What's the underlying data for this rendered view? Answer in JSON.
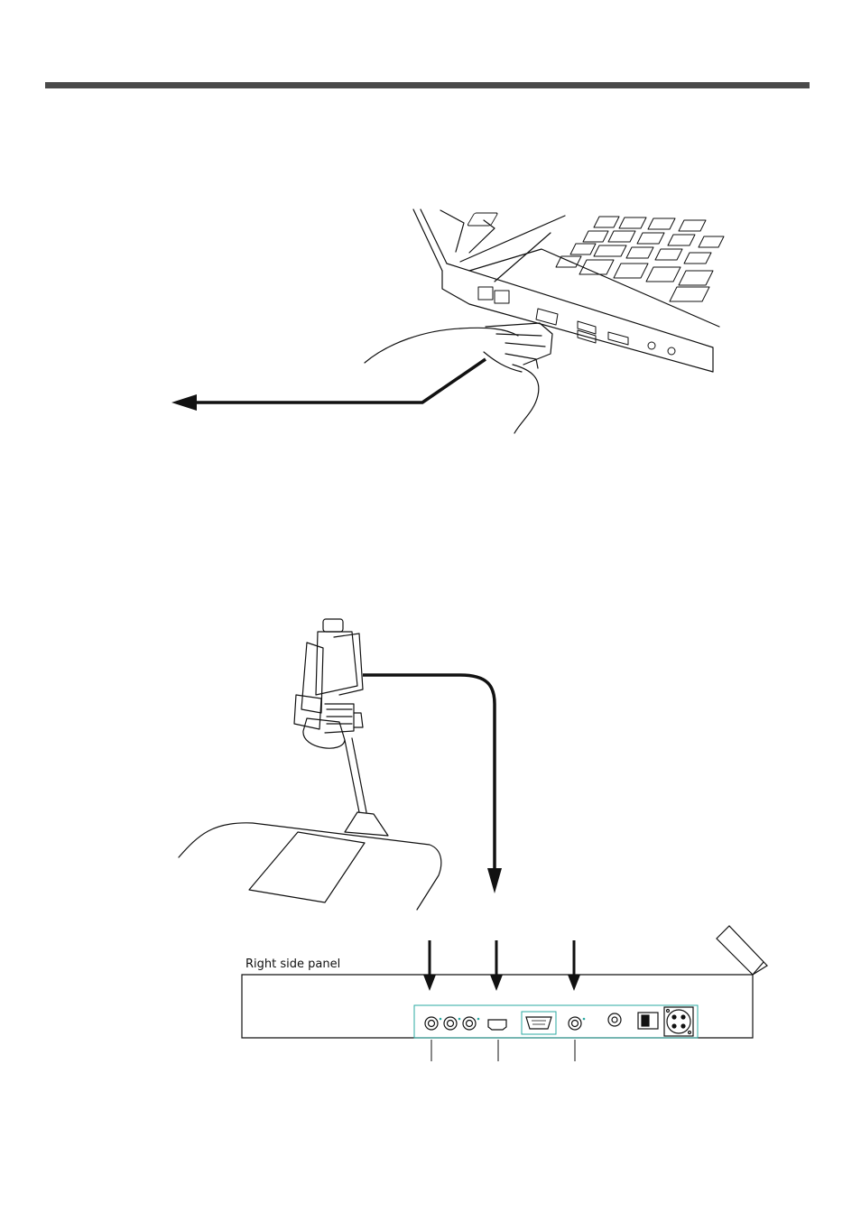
{
  "illustration_top": {
    "name": "laptop-vga-connection",
    "subject": "laptop",
    "connector": "vga-plug"
  },
  "illustration_bottom": {
    "name": "camera-to-monitor-connection",
    "subject": "video-camera-on-stand",
    "panel_label": "Right side panel"
  },
  "colors": {
    "line": "#111111",
    "rule": "#4a4a4a",
    "accent": "#2aa9a0"
  }
}
